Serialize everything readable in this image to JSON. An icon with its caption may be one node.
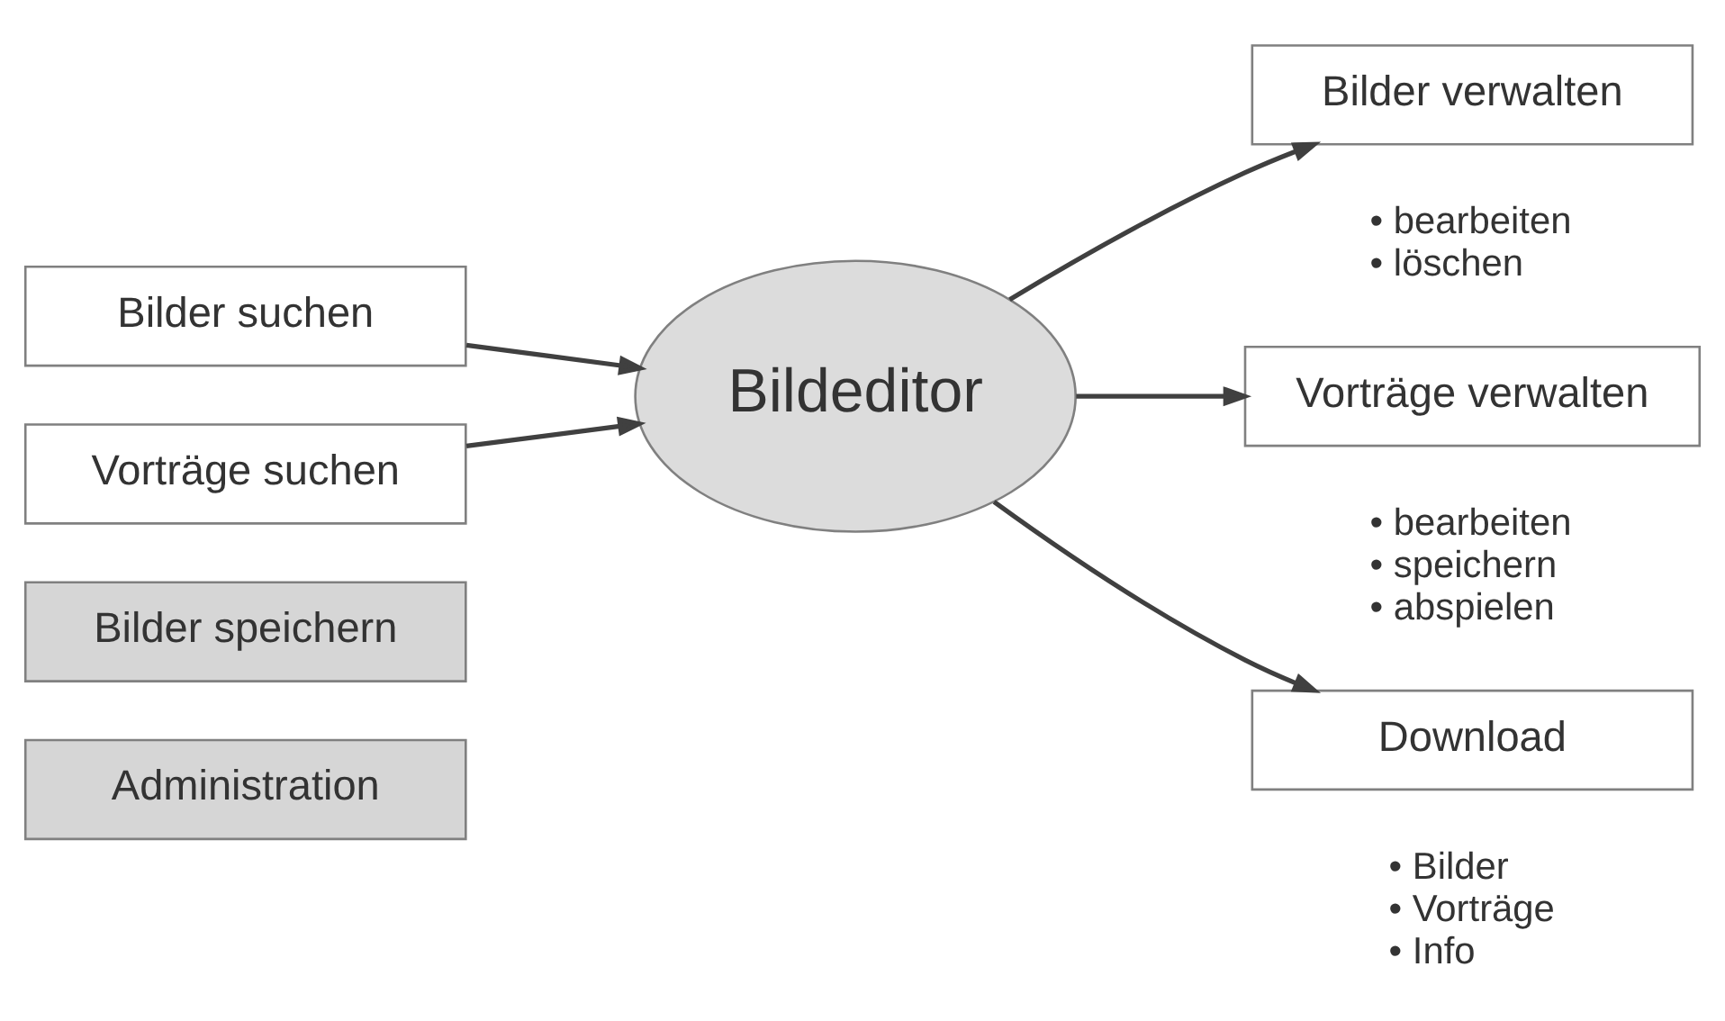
{
  "diagram": {
    "nodes": [
      {
        "text": [
          "Bilder suchen"
        ]
      },
      {
        "text": [
          "Vorträge suchen"
        ]
      },
      {
        "text": [
          "Bildeditor"
        ]
      },
      {
        "text": [
          "Bilder verwalten"
        ],
        "beside": [
          "• bearbeiten",
          "• löschen"
        ]
      },
      {
        "text": [
          "Vorträge verwalten"
        ],
        "beside": [
          "• bearbeiten",
          "• speichern",
          "• abspielen"
        ]
      },
      {
        "text": [
          "Download"
        ],
        "beside": [
          "• Bilder",
          "• Vorträge",
          "• Info"
        ]
      },
      {
        "text": [
          "Bilder speichern"
        ]
      },
      {
        "text": [
          "Administration"
        ]
      }
    ],
    "edges": [
      {
        "from": 0,
        "to": 2,
        "arrow": "to"
      },
      {
        "from": 1,
        "to": 2,
        "arrow": "to"
      },
      {
        "from": 2,
        "to": 3,
        "arrow": "to"
      },
      {
        "from": 2,
        "to": 4,
        "arrow": "to"
      },
      {
        "from": 2,
        "to": 5,
        "arrow": "to"
      }
    ]
  }
}
